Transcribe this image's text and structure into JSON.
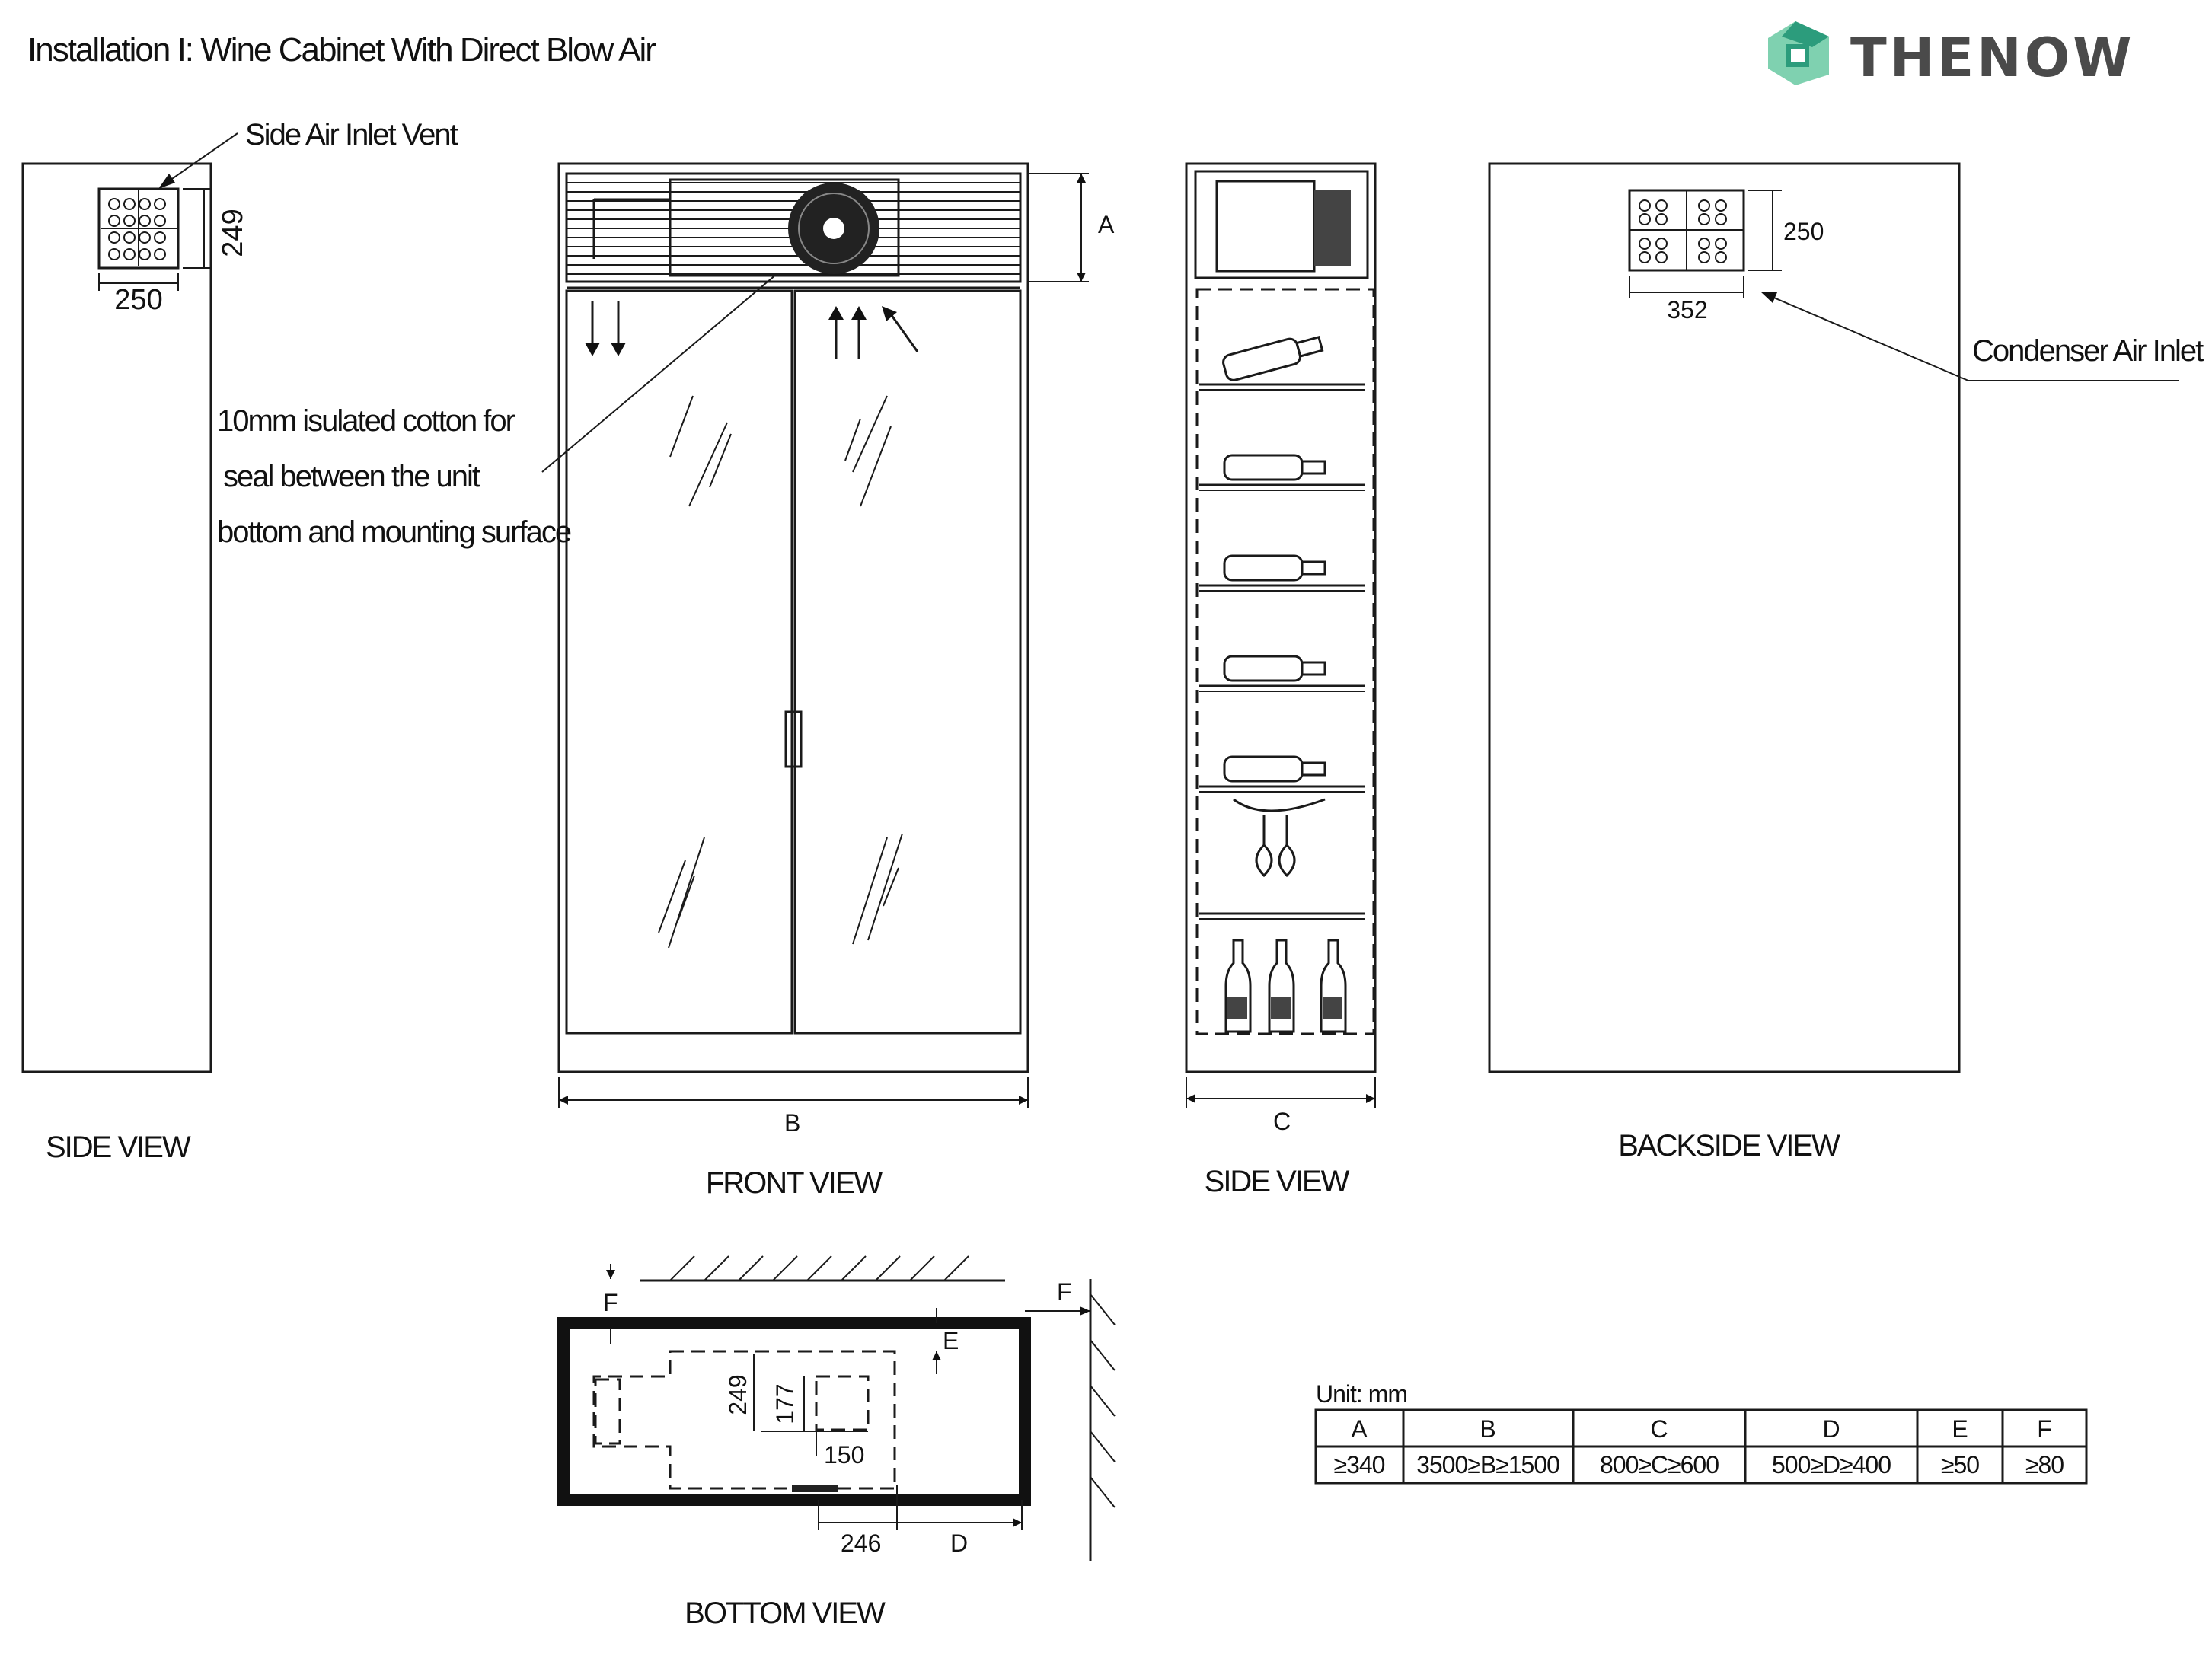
{
  "title": "Installation I: Wine Cabinet With Direct Blow Air",
  "brand": {
    "name": "THENOW",
    "logo_color_dark": "#2c9c7c",
    "logo_color_light": "#7fd1b0"
  },
  "callouts": {
    "side_air_inlet": "Side Air Inlet Vent",
    "condenser_air_inlet": "Condenser Air Inlet",
    "seal_note_1": "10mm isulated cotton for",
    "seal_note_2": "seal between the unit",
    "seal_note_3": "bottom and mounting surface"
  },
  "views": {
    "side_left": "SIDE VIEW",
    "front": "FRONT VIEW",
    "side_right": "SIDE VIEW",
    "back": "BACKSIDE VIEW",
    "bottom": "BOTTOM VIEW"
  },
  "dimensions": {
    "side_vent_h": "249",
    "side_vent_w": "250",
    "back_vent_h": "250",
    "back_vent_w": "352",
    "front_a": "A",
    "front_b": "B",
    "side_c": "C",
    "bottom_f_top": "F",
    "bottom_f_right": "F",
    "bottom_e": "E",
    "bottom_249": "249",
    "bottom_177": "177",
    "bottom_150": "150",
    "bottom_246": "246",
    "bottom_d": "D"
  },
  "table": {
    "unit_label": "Unit: mm",
    "headers": [
      "A",
      "B",
      "C",
      "D",
      "E",
      "F"
    ],
    "values": [
      "≥340",
      "3500≥B≥1500",
      "800≥C≥600",
      "500≥D≥400",
      "≥50",
      "≥80"
    ]
  }
}
